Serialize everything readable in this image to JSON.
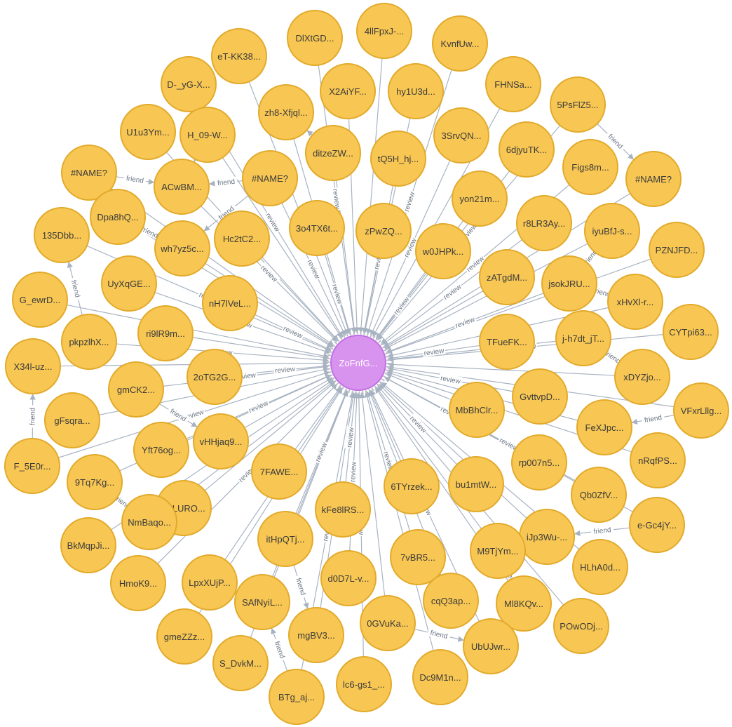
{
  "center": {
    "id": "c",
    "label": "ZoFnfG..."
  },
  "colors": {
    "node_fill": "#f7c653",
    "node_stroke": "#e2aa2a",
    "center_fill": "#d893ee",
    "edge": "#a8b3c2",
    "edge_label": "#6b7685"
  },
  "edge_label_review": "review",
  "nodes": [
    {
      "id": "n1",
      "label": "DlXtGD..."
    },
    {
      "id": "n2",
      "label": "4llFpxJ-..."
    },
    {
      "id": "n3",
      "label": "KvnfUw..."
    },
    {
      "id": "n4",
      "label": "eT-KK38..."
    },
    {
      "id": "n5",
      "label": "D-_yG-X..."
    },
    {
      "id": "n6",
      "label": "X2AiYF..."
    },
    {
      "id": "n7",
      "label": "hy1U3d..."
    },
    {
      "id": "n8",
      "label": "FHNSa..."
    },
    {
      "id": "n9",
      "label": "5PsFlZ5..."
    },
    {
      "id": "n10",
      "label": "U1u3Ym..."
    },
    {
      "id": "n11",
      "label": "zh8-Xfjql..."
    },
    {
      "id": "n12",
      "label": "H_09-W..."
    },
    {
      "id": "n13",
      "label": "3SrvQN..."
    },
    {
      "id": "n14",
      "label": "#NAME?"
    },
    {
      "id": "n15",
      "label": "ACwBM..."
    },
    {
      "id": "n16",
      "label": "ditzeZW..."
    },
    {
      "id": "n17",
      "label": "tQ5H_hj..."
    },
    {
      "id": "n18",
      "label": "6djyuTK..."
    },
    {
      "id": "n19",
      "label": "Figs8m..."
    },
    {
      "id": "n20",
      "label": "#NAME?"
    },
    {
      "id": "n21",
      "label": "#NAME?"
    },
    {
      "id": "n22",
      "label": "yon21m..."
    },
    {
      "id": "n23",
      "label": "Dpa8hQ..."
    },
    {
      "id": "n24",
      "label": "Hc2tC2..."
    },
    {
      "id": "n25",
      "label": "3o4TX6t..."
    },
    {
      "id": "n26",
      "label": "zPwZQ..."
    },
    {
      "id": "n27",
      "label": "r8LR3Ay..."
    },
    {
      "id": "n28",
      "label": "iyuBfJ-s..."
    },
    {
      "id": "n29",
      "label": "135Dbb..."
    },
    {
      "id": "n30",
      "label": "wh7yz5c..."
    },
    {
      "id": "n31",
      "label": "w0JHPk..."
    },
    {
      "id": "n32",
      "label": "PZNJFD..."
    },
    {
      "id": "n33",
      "label": "UyXqGE..."
    },
    {
      "id": "n34",
      "label": "zATgdM..."
    },
    {
      "id": "n35",
      "label": "jsokJRU..."
    },
    {
      "id": "n36",
      "label": "G_ewrD..."
    },
    {
      "id": "n37",
      "label": "nH7lVeL..."
    },
    {
      "id": "n38",
      "label": "xHvXl-r..."
    },
    {
      "id": "n39",
      "label": "pkpzlhX..."
    },
    {
      "id": "n40",
      "label": "ri9lR9m..."
    },
    {
      "id": "n41",
      "label": "TFueFK..."
    },
    {
      "id": "n42",
      "label": "j-h7dt_jT..."
    },
    {
      "id": "n43",
      "label": "CYTpi63..."
    },
    {
      "id": "n44",
      "label": "X34l-uz..."
    },
    {
      "id": "n45",
      "label": "2oTG2G..."
    },
    {
      "id": "n46",
      "label": "xDYZjo..."
    },
    {
      "id": "n47",
      "label": "gmCK2..."
    },
    {
      "id": "n48",
      "label": "MbBhClr..."
    },
    {
      "id": "n49",
      "label": "GvttvpD..."
    },
    {
      "id": "n50",
      "label": "VFxrLllg..."
    },
    {
      "id": "n51",
      "label": "gFsqra..."
    },
    {
      "id": "n52",
      "label": "vHHjaq9..."
    },
    {
      "id": "n53",
      "label": "Yft76og..."
    },
    {
      "id": "n54",
      "label": "FeXJpc..."
    },
    {
      "id": "n55",
      "label": "F_5E0r..."
    },
    {
      "id": "n56",
      "label": "7FAWE..."
    },
    {
      "id": "n57",
      "label": "rp007n5..."
    },
    {
      "id": "n58",
      "label": "nRqfPS..."
    },
    {
      "id": "n59",
      "label": "9Tq7Kg..."
    },
    {
      "id": "n60",
      "label": "6TYrzek..."
    },
    {
      "id": "n61",
      "label": "bu1mtW..."
    },
    {
      "id": "n62",
      "label": "d0LURO..."
    },
    {
      "id": "n63",
      "label": "Qb0ZfV..."
    },
    {
      "id": "n64",
      "label": "NmBaqo..."
    },
    {
      "id": "n65",
      "label": "kFe8lRS..."
    },
    {
      "id": "n66",
      "label": "iJp3Wu-..."
    },
    {
      "id": "n67",
      "label": "e-Gc4jY..."
    },
    {
      "id": "n68",
      "label": "BkMqpJi..."
    },
    {
      "id": "n69",
      "label": "itHpQTj..."
    },
    {
      "id": "n70",
      "label": "M9TjYm..."
    },
    {
      "id": "n71",
      "label": "7vBR5..."
    },
    {
      "id": "n72",
      "label": "HLhA0d..."
    },
    {
      "id": "n73",
      "label": "HmoK9..."
    },
    {
      "id": "n74",
      "label": "LpxXUjP..."
    },
    {
      "id": "n75",
      "label": "d0D7L-v..."
    },
    {
      "id": "n76",
      "label": "Ml8KQv..."
    },
    {
      "id": "n77",
      "label": "cqQ3ap..."
    },
    {
      "id": "n78",
      "label": "SAfNyiL..."
    },
    {
      "id": "n79",
      "label": "POwODj..."
    },
    {
      "id": "n80",
      "label": "gmeZZz..."
    },
    {
      "id": "n81",
      "label": "mgBV3..."
    },
    {
      "id": "n82",
      "label": "0GVuKa..."
    },
    {
      "id": "n83",
      "label": "UbUJwr..."
    },
    {
      "id": "n84",
      "label": "S_DvkM..."
    },
    {
      "id": "n85",
      "label": "lc6-gs1_..."
    },
    {
      "id": "n86",
      "label": "Dc9M1n..."
    },
    {
      "id": "n87",
      "label": "BTg_aj..."
    }
  ],
  "friend_edges": [
    {
      "from": "n9",
      "to": "n20",
      "label": "friend"
    },
    {
      "from": "n14",
      "to": "n15",
      "label": "friend"
    },
    {
      "from": "n21",
      "to": "n15",
      "label": "friend"
    },
    {
      "from": "n21",
      "to": "n30",
      "label": "friend"
    },
    {
      "from": "n23",
      "to": "n30",
      "label": "friend"
    },
    {
      "from": "n39",
      "to": "n29",
      "label": "friend"
    },
    {
      "from": "n55",
      "to": "n44",
      "label": "friend"
    },
    {
      "from": "n50",
      "to": "n54",
      "label": "friend"
    },
    {
      "from": "n67",
      "to": "n66",
      "label": "friend"
    },
    {
      "from": "n35",
      "to": "n28",
      "label": "friend"
    },
    {
      "from": "n35",
      "to": "n38",
      "label": "friend"
    },
    {
      "from": "n42",
      "to": "n46",
      "label": "friend"
    },
    {
      "from": "n47",
      "to": "n52",
      "label": "friend"
    },
    {
      "from": "n64",
      "to": "n59",
      "label": "friend"
    },
    {
      "from": "n69",
      "to": "n81",
      "label": "friend"
    },
    {
      "from": "n87",
      "to": "n78",
      "label": "friend"
    },
    {
      "from": "n82",
      "to": "n83",
      "label": "friend"
    },
    {
      "from": "n70",
      "to": "n76",
      "label": "friend"
    },
    {
      "from": "n16",
      "to": "n11",
      "label": ""
    },
    {
      "from": "n12",
      "to": "n15",
      "label": ""
    }
  ]
}
